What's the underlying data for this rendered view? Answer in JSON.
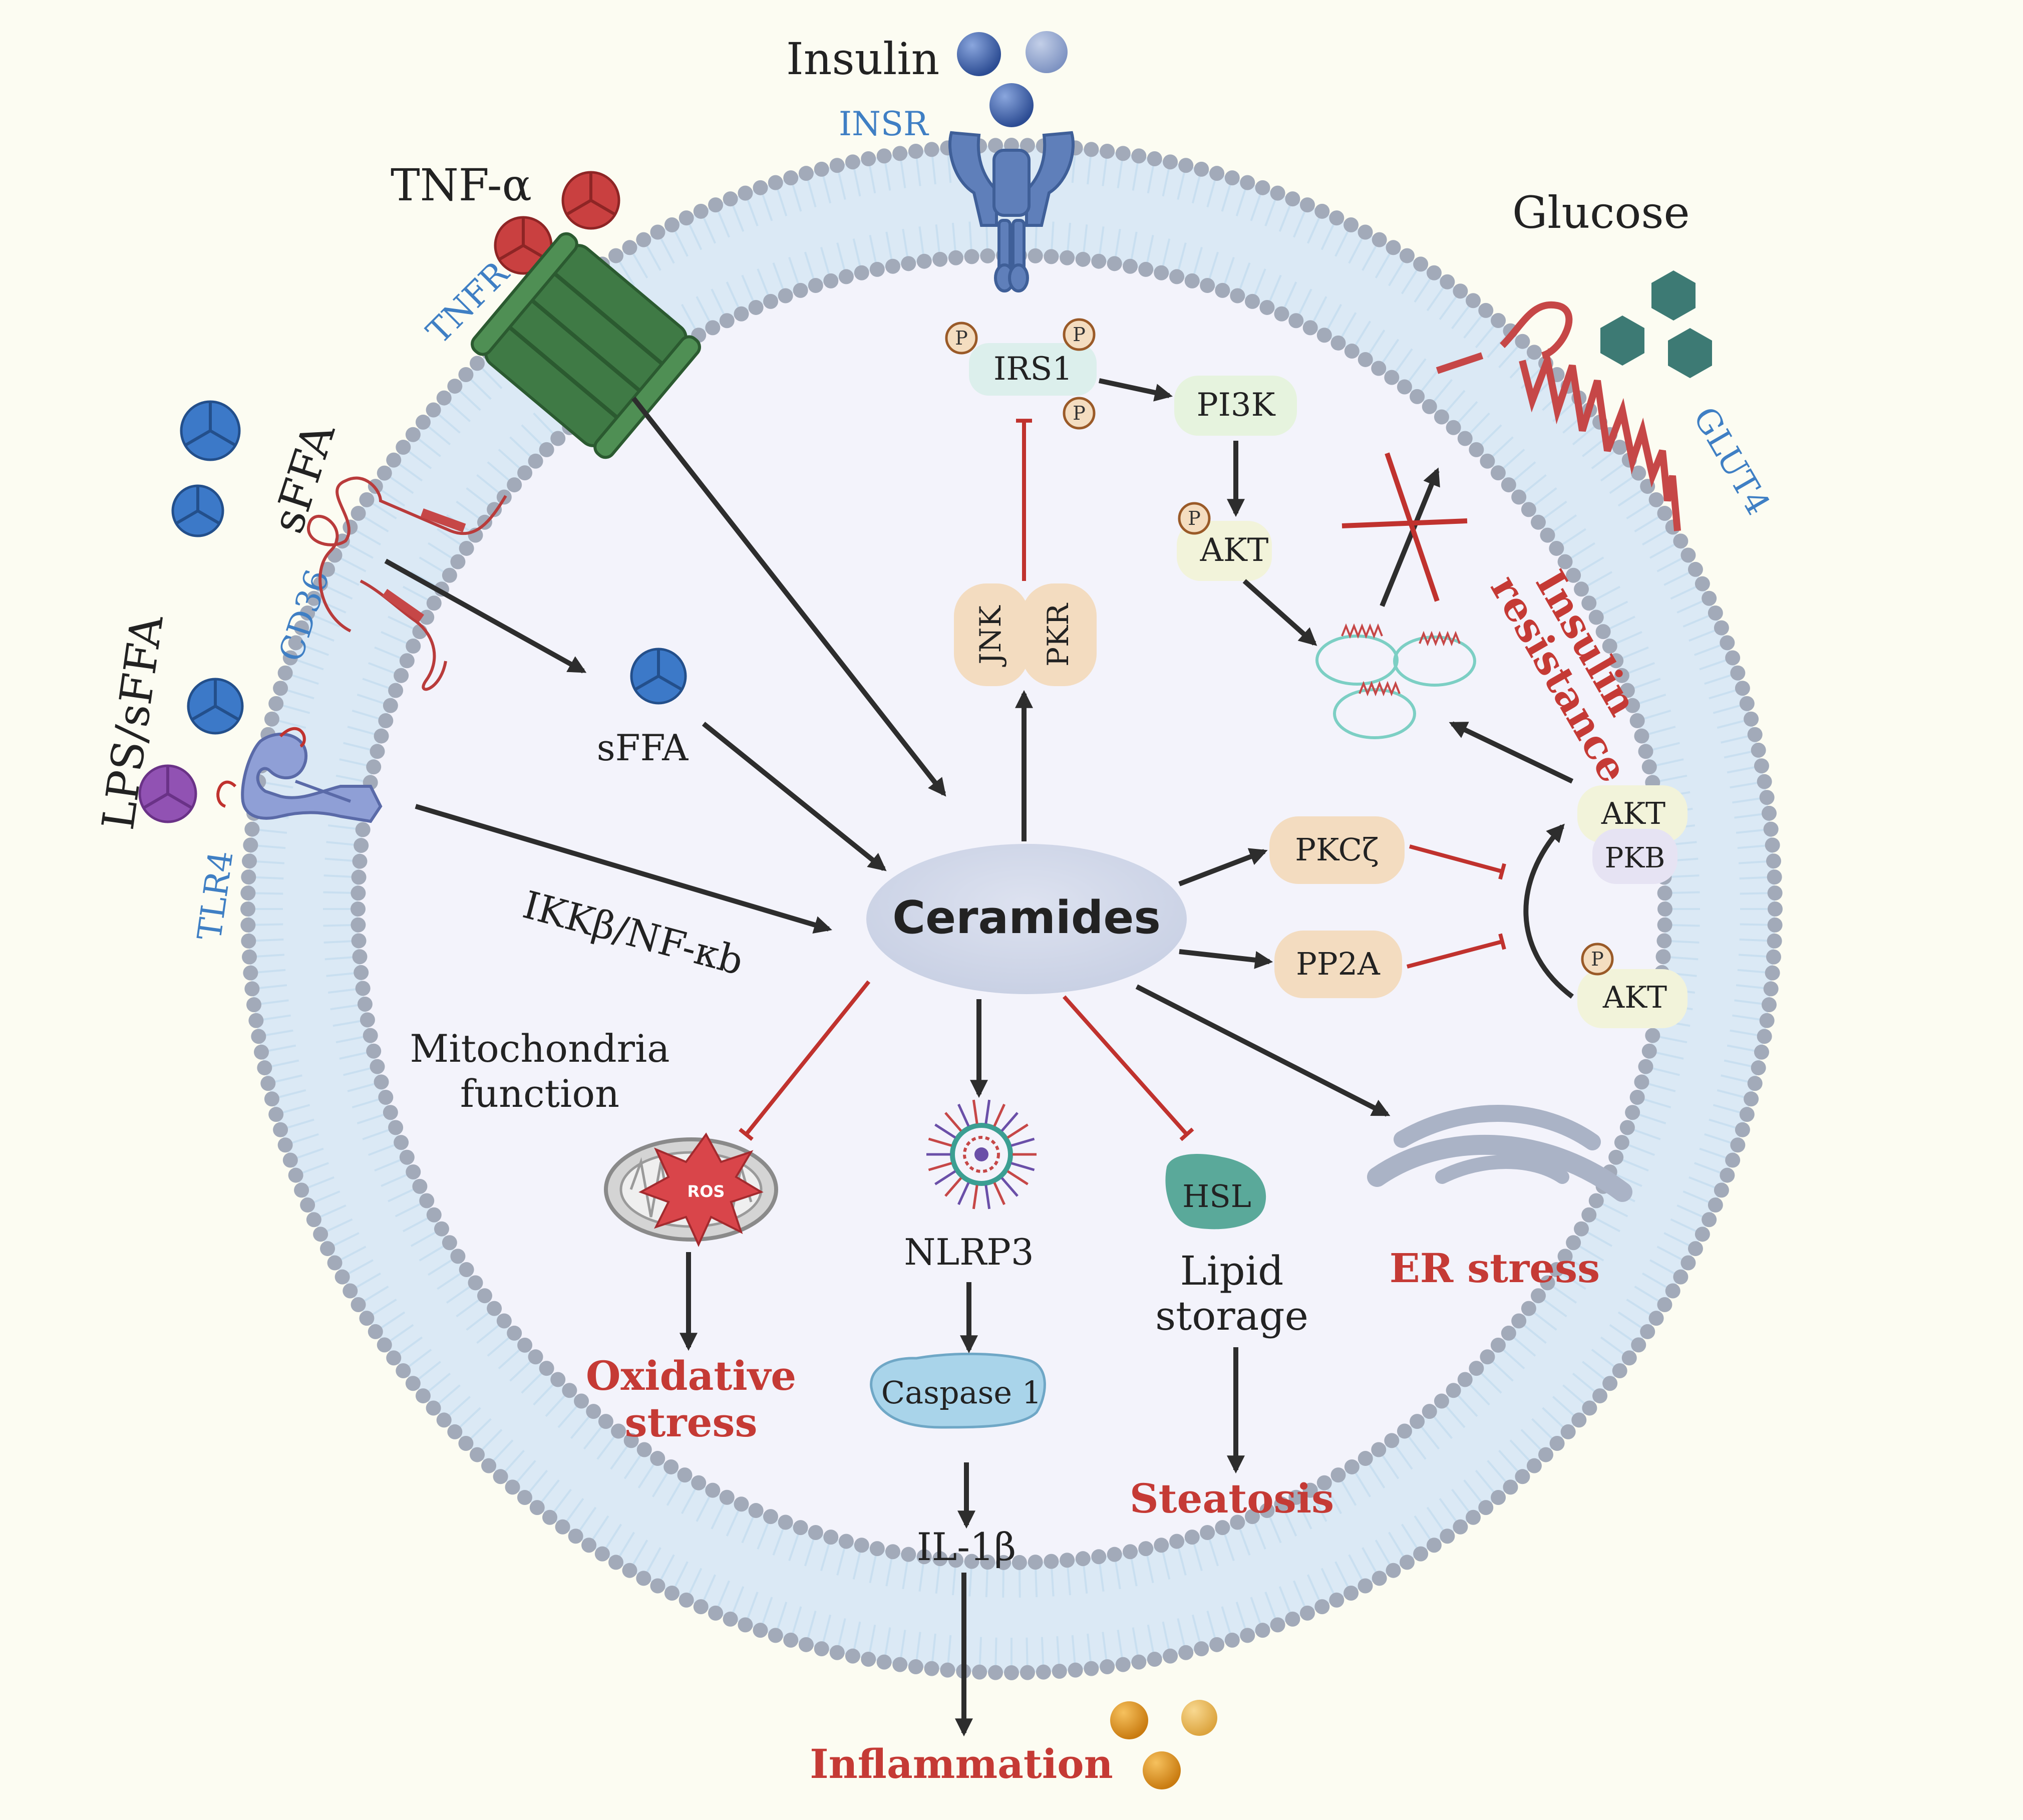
{
  "colors": {
    "outer_background": "#fcfcf2",
    "cell_interior": "#f3f3fb",
    "membrane_head": "#a2aab9",
    "membrane_tail": "#c9dff0",
    "label_blue": "#3f7fc4",
    "outcome_red": "#c53a35",
    "inhibit_red": "#c0322e",
    "arrow_dark": "#2d2d2d",
    "ceramides_fill": "#cfd6e8",
    "insr_blue": "#5f7fba",
    "insulin_blue": "#3c5ea6",
    "tnf_red": "#c94040",
    "tnfr_green": "#3f7a45",
    "sffa_blue": "#3c79c8",
    "lps_purple": "#9152b3",
    "glucose_teal": "#3d7a74",
    "glut4_red": "#c64747",
    "caspase_blue": "#a9d4ea",
    "hsl_teal": "#5aa99a",
    "er_grey": "#aab3c6",
    "mito_grey": "#c0c0c0",
    "ros_red": "#d9454a",
    "inflammation_orange": "#e39a23",
    "phospho_fill": "#f4ddc0",
    "phospho_stroke": "#9a5a28",
    "peach_box": "#f3dcc0",
    "green_box": "#e6f3de",
    "mint_box": "#dcefec",
    "cream_box": "#f2f3da",
    "lilac_box": "#e6e3f3"
  },
  "icons": [
    "insulin-molecule-icon",
    "insr-receptor-icon",
    "tnf-alpha-trimer-icon",
    "tnfr-receptor-icon",
    "sffa-trimer-icon",
    "cd36-transporter-icon",
    "lps-trimer-icon",
    "tlr4-receptor-icon",
    "glucose-hexagon-icon",
    "glut4-transporter-icon",
    "glut4-vesicle-icon",
    "mitochondrion-icon",
    "ros-burst-icon",
    "nlrp3-inflammasome-icon",
    "caspase-blob-icon",
    "hsl-blob-icon",
    "endoplasmic-reticulum-icon",
    "inflammation-sphere-icon"
  ],
  "extracellular": {
    "insulin": "Insulin",
    "insr": "INSR",
    "tnf_alpha": "TNF-α",
    "tnfr": "TNFR",
    "sffa": "sFFA",
    "cd36": "CD36",
    "lps_sffa": "LPS/sFFA",
    "tlr4": "TLR4",
    "glucose": "Glucose",
    "glut4": "GLUT4"
  },
  "signaling": {
    "phospho": "P",
    "irs1": "IRS1",
    "pi3k": "PI3K",
    "akt_top": "AKT",
    "jnk": "JNK",
    "pkr": "PKR",
    "sffa_inner": "sFFA",
    "ikk": "IKKβ/NF-κb",
    "ceramides": "Ceramides",
    "pkc": "PKCζ",
    "pp2a": "PP2A",
    "akt_right": "AKT",
    "pkb": "PKB",
    "akt_bottom": "AKT"
  },
  "downstream": {
    "mito_function_line1": "Mitochondria",
    "mito_function_line2": "function",
    "ros": "ROS",
    "nlrp3": "NLRP3",
    "caspase": "Caspase 1",
    "il1b": "IL-1β",
    "hsl": "HSL",
    "lipid_storage_line1": "Lipid",
    "lipid_storage_line2": "storage"
  },
  "outcomes": {
    "insulin_resistance_line1": "Insulin",
    "insulin_resistance_line2": "resistance",
    "oxidative_line1": "Oxidative",
    "oxidative_line2": "stress",
    "er_stress": "ER stress",
    "steatosis": "Steatosis",
    "inflammation": "Inflammation"
  }
}
